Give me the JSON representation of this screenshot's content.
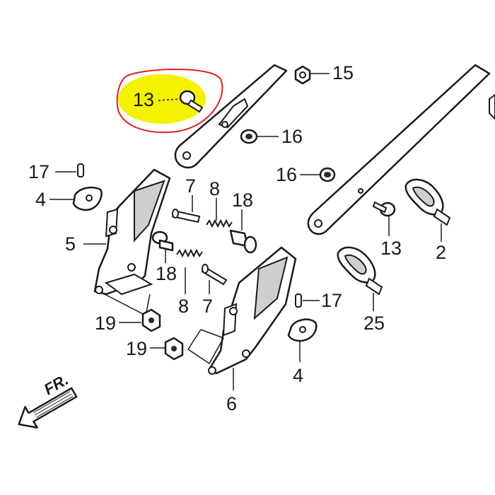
{
  "diagram": {
    "highlight_color": "#f5f200",
    "circle_color": "#e0201c",
    "highlighted_part": "13",
    "callouts": {
      "c15": "15",
      "c13_highlight": "13",
      "c16_top": "16",
      "c17_left": "17",
      "c4_left": "4",
      "c7_top": "7",
      "c8_top": "8",
      "c18_top": "18",
      "c16_mid": "16",
      "c5": "5",
      "c18_mid": "18",
      "c13_right": "13",
      "c2": "2",
      "c19_upper": "19",
      "c8_bottom": "8",
      "c7_bottom": "7",
      "c17_right": "17",
      "c25": "25",
      "c19_lower": "19",
      "c4_right": "4",
      "c6": "6"
    },
    "direction_label": "FR."
  }
}
